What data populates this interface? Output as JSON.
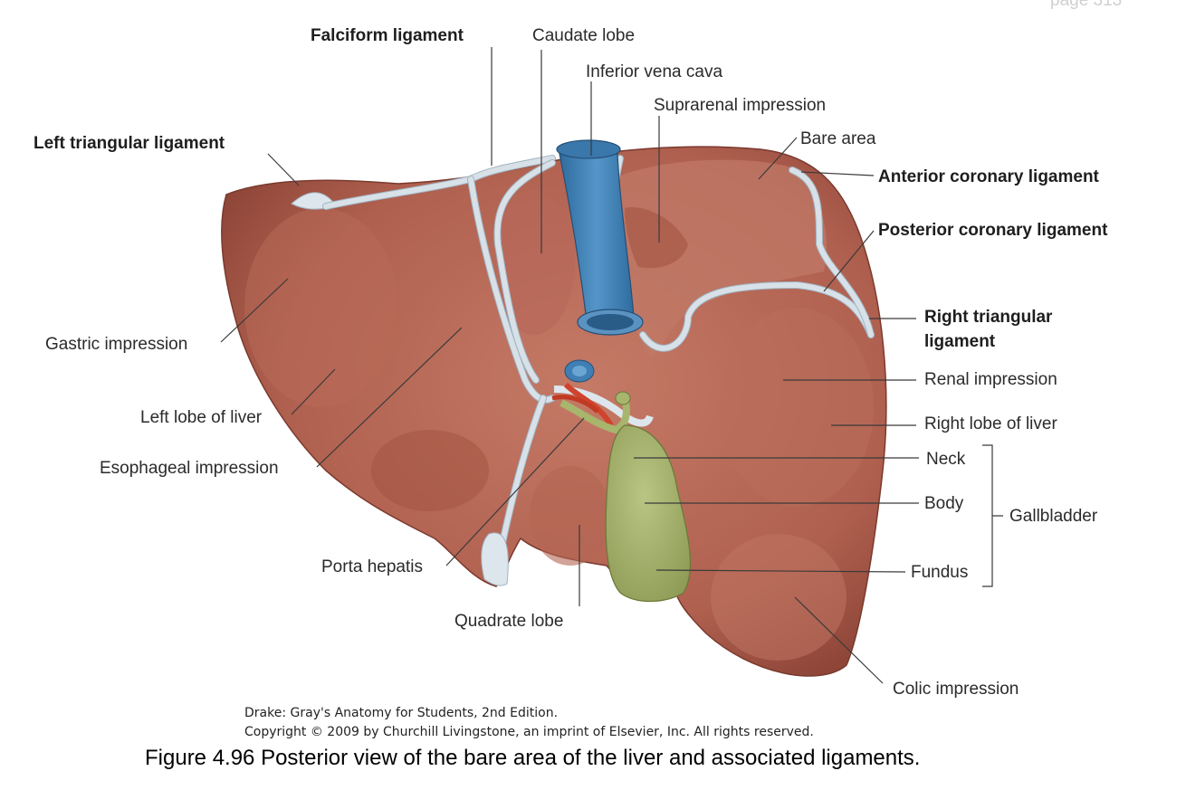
{
  "header": {
    "page_corner": "page 313"
  },
  "labels": {
    "falciform_ligament": "Falciform ligament",
    "caudate_lobe": "Caudate lobe",
    "inferior_vena_cava": "Inferior vena cava",
    "suprarenal_impression": "Suprarenal impression",
    "bare_area": "Bare area",
    "anterior_coronary_ligament": "Anterior coronary ligament",
    "posterior_coronary_ligament": "Posterior coronary ligament",
    "right_triangular_ligament_line1": "Right triangular",
    "right_triangular_ligament_line2": "ligament",
    "renal_impression": "Renal impression",
    "right_lobe_of_liver": "Right lobe of liver",
    "left_triangular_ligament": "Left triangular ligament",
    "gastric_impression": "Gastric impression",
    "left_lobe_of_liver": "Left lobe of liver",
    "esophageal_impression": "Esophageal impression",
    "porta_hepatis": "Porta hepatis",
    "quadrate_lobe": "Quadrate lobe",
    "neck": "Neck",
    "body": "Body",
    "fundus": "Fundus",
    "gallbladder": "Gallbladder",
    "colic_impression": "Colic impression"
  },
  "credits": {
    "line1": "Drake: Gray's Anatomy for Students, 2nd Edition.",
    "line2": "Copyright © 2009 by Churchill Livingstone, an imprint of Elsevier, Inc. All rights reserved."
  },
  "caption": "Figure 4.96 Posterior view of the bare area of the liver and associated ligaments.",
  "colors": {
    "liver": "#b0604f",
    "liver_dark": "#8e4638",
    "liver_light": "#c57b69",
    "vena_cava": "#3f7fb3",
    "gallbladder": "#a7b56d",
    "ligament": "#d8e1e8",
    "artery": "#d0432c"
  }
}
